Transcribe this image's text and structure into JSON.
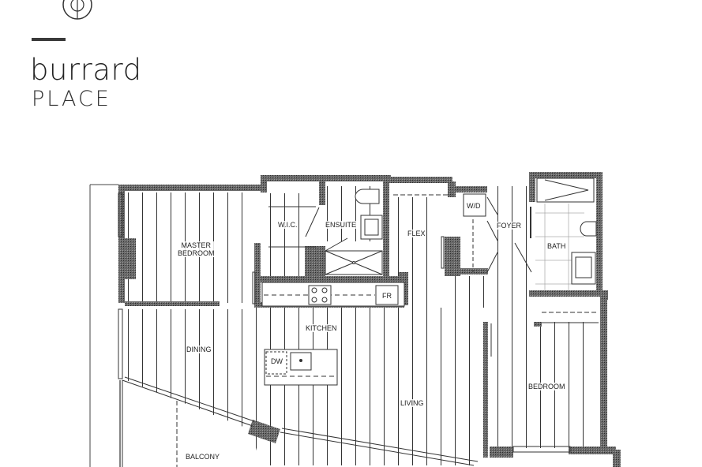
{
  "brand": {
    "name": "burrard",
    "sub": "PLACE",
    "logo_icon": "circle-phi-logo-icon"
  },
  "floorplan": {
    "rooms": [
      {
        "id": "master-bedroom",
        "line1": "MASTER",
        "line2": "BEDROOM"
      },
      {
        "id": "wic",
        "label": "W.I.C."
      },
      {
        "id": "ensuite",
        "label": "ENSUITE"
      },
      {
        "id": "flex",
        "label": "FLEX"
      },
      {
        "id": "foyer",
        "label": "FOYER"
      },
      {
        "id": "bath",
        "label": "BATH"
      },
      {
        "id": "kitchen",
        "label": "KITCHEN"
      },
      {
        "id": "dining",
        "label": "DINING"
      },
      {
        "id": "living",
        "label": "LIVING"
      },
      {
        "id": "bedroom",
        "label": "BEDROOM"
      },
      {
        "id": "balcony",
        "label": "BALCONY"
      }
    ],
    "fixtures": {
      "washer_dryer": "W/D",
      "fridge": "FR",
      "dishwasher": "DW"
    },
    "colors": {
      "wall_fill": "#5a5a5a",
      "line": "#222222",
      "floor_bg": "#ffffff"
    }
  }
}
